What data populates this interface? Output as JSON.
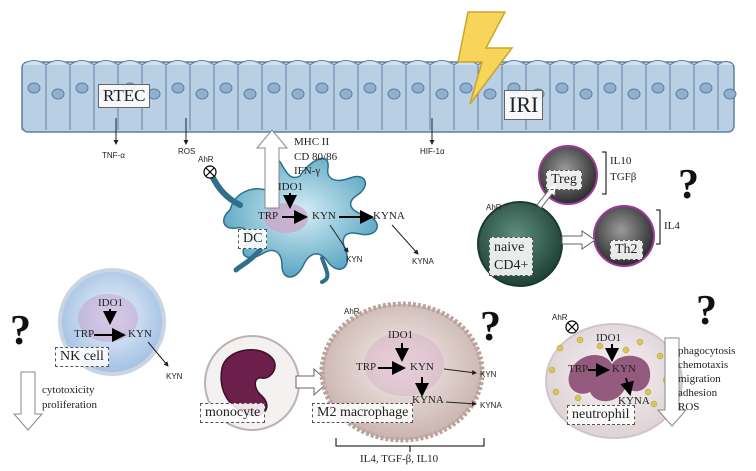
{
  "epithelium": {
    "label": "RTEC",
    "injury_label": "IRI",
    "outputs": [
      "TNF-α",
      "ROS",
      "HIF-1α"
    ]
  },
  "dc": {
    "label": "DC",
    "ahr": "AhR",
    "markers": [
      "MHC II",
      "CD 80/86",
      "IFN-γ"
    ],
    "enzyme": "IDO1",
    "trp": "TRP",
    "kyn": "KYN",
    "kyna": "KYNA",
    "out_kyn": "KYN",
    "out_kyna": "KYNA"
  },
  "tcells": {
    "treg": "Treg",
    "treg_cytokines": [
      "IL10",
      "TGFβ"
    ],
    "th2": "Th2",
    "th2_cytokines": "IL4",
    "naive": [
      "naive",
      "CD4+"
    ],
    "ahr": "AhR",
    "question": "?"
  },
  "nk": {
    "label": "NK cell",
    "enzyme": "IDO1",
    "trp": "TRP",
    "kyn": "KYN",
    "out_kyn": "KYN",
    "effects": [
      "cytotoxicity",
      "proliferation"
    ],
    "question": "?"
  },
  "macrophage": {
    "monocyte": "monocyte",
    "label": "M2 macrophage",
    "ahr": "AhR",
    "enzyme": "IDO1",
    "trp": "TRP",
    "kyn": "KYN",
    "kyna": "KYNA",
    "out_kyn": "KYN",
    "out_kyna": "KYNA",
    "cytokines": "IL4, TGF-β, IL10",
    "question": "?"
  },
  "neutrophil": {
    "label": "neutrophil",
    "ahr": "AhR",
    "enzyme": "IDO1",
    "trp": "TRP",
    "kyn": "KYN",
    "kyna": "KYNA",
    "effects": [
      "phagocytosis",
      "chemotaxis",
      "migration",
      "adhesion",
      "ROS"
    ],
    "question": "?"
  },
  "colors": {
    "epithelium": "#b9cfe4",
    "epithelium_line": "#5d7fa3",
    "dc": "#6fb1c9",
    "treg": "#3a3a3a",
    "naive": "#2f5d4d",
    "nk": "#aac7e6",
    "monocyte": "#6b1f4a",
    "macrophage": "#d8c7c3",
    "neutrophil": "#c8a6b8",
    "bolt": "#f6d55a"
  }
}
